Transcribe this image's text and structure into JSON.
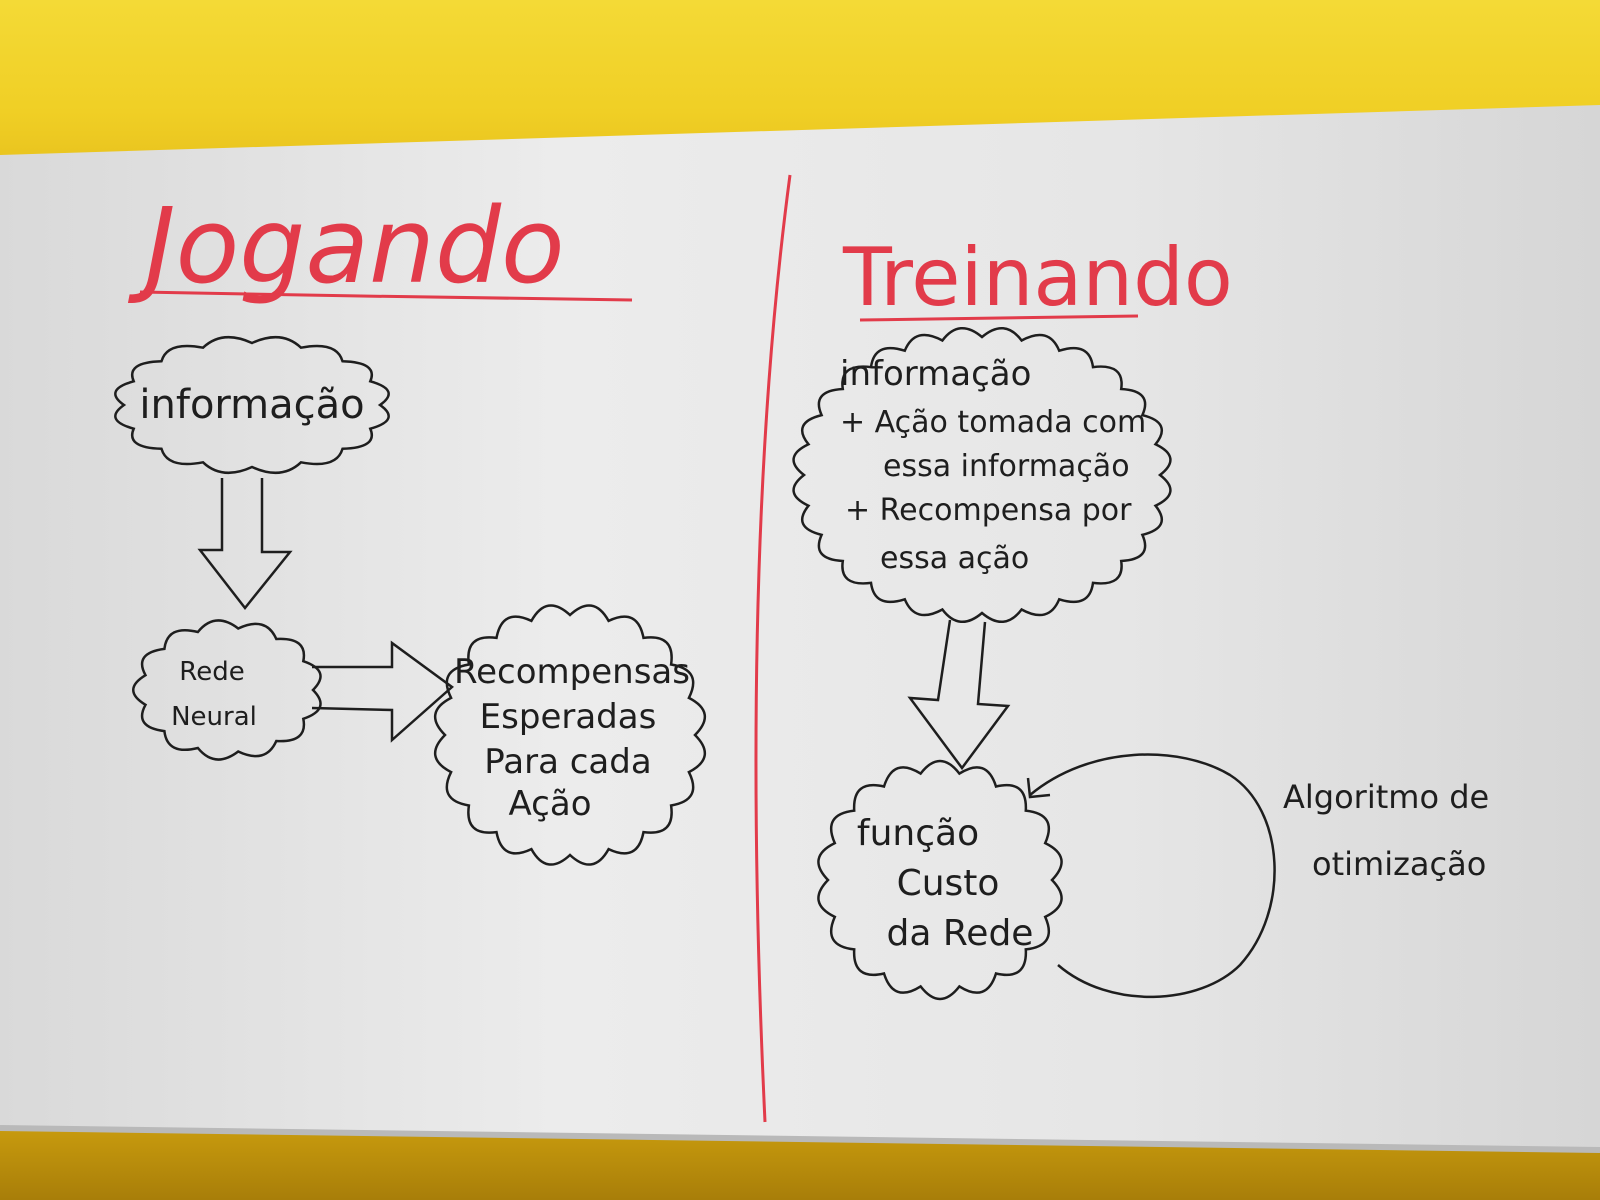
{
  "left_section": {
    "title": "Jogando",
    "cloud_info": "informação",
    "cloud_network": [
      "Rede",
      "Neural"
    ],
    "cloud_rewards": [
      "Recompensas",
      "Esperadas",
      "Para cada",
      "Ação"
    ]
  },
  "right_section": {
    "title": "Treinando",
    "cloud_training": [
      "informação",
      "+ Ação tomada com",
      "essa informação",
      "+ Recompensa por",
      "essa ação"
    ],
    "cloud_cost": [
      "função",
      "Custo",
      "da Rede"
    ],
    "optimizer_label": [
      "Algoritmo de",
      "otimização"
    ]
  },
  "colors": {
    "ink_red": "#e23b4a",
    "ink_black": "#1e1e1e",
    "wall_yellow": "#f2d22e",
    "board_white": "#e9e9e9"
  }
}
